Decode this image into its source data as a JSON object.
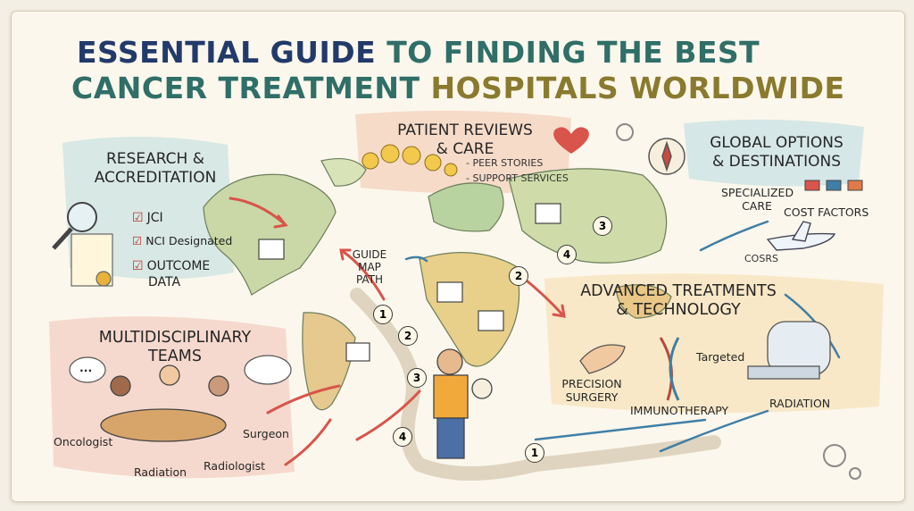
{
  "title": {
    "part1": "ESSENTIAL GUIDE",
    "part2": "TO FINDING THE BEST",
    "part3": "CANCER TREATMENT",
    "part4": "HOSPITALS WORLDWIDE"
  },
  "research": {
    "heading_line1": "RESEARCH &",
    "heading_line2": "ACCREDITATION",
    "items": [
      "JCI",
      "NCI Designated",
      "OUTCOME",
      "DATA"
    ]
  },
  "reviews": {
    "heading_line1": "PATIENT REVIEWS",
    "heading_line2": "& CARE",
    "items": [
      "- PEER STORIES",
      "- SUPPORT SERVICES"
    ]
  },
  "global": {
    "heading_line1": "GLOBAL OPTIONS",
    "heading_line2": "& DESTINATIONS",
    "specialized_line1": "SPECIALIZED",
    "specialized_line2": "CARE",
    "cost_factors": "COST FACTORS",
    "cosrs": "COSRS"
  },
  "guide": {
    "line1": "GUIDE",
    "line2": "MAP",
    "line3": "PATH",
    "numbers": [
      "1",
      "2",
      "3",
      "4",
      "1",
      "2",
      "3",
      "4"
    ]
  },
  "advanced": {
    "heading_line1": "ADVANCED TREATMENTS",
    "heading_line2": "& TECHNOLOGY",
    "precision_line1": "PRECISION",
    "precision_line2": "SURGERY",
    "targeted": "Targeted",
    "immunotherapy": "IMMUNOTHERAPY",
    "radiation": "RADIATION"
  },
  "teams": {
    "heading_line1": "MULTIDISCIPLINARY",
    "heading_line2": "TEAMS",
    "dots": "...",
    "oncologist": "Oncologist",
    "radiation": "Radiation",
    "radiologist": "Radiologist",
    "surgeon": "Surgeon"
  },
  "colors": {
    "navy": "#223a6b",
    "teal": "#2f6f68",
    "olive": "#8a7a2e",
    "red_arrow": "#d9544a",
    "blue_arrow": "#3f7fa6"
  }
}
